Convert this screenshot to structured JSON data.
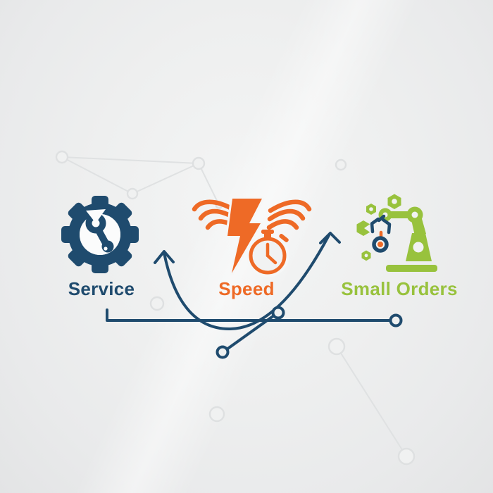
{
  "title": "Service / Speed / Small Orders infographic",
  "labels": {
    "service": "Service",
    "speed": "Speed",
    "small_orders": "Small Orders"
  },
  "colors": {
    "navy": "#1f4b6e",
    "orange": "#ee6a26",
    "green": "#98c23d",
    "background": "#ededee",
    "network_gray": "#dfe1e2"
  },
  "icons": [
    {
      "name": "gear-wrench-icon",
      "label": "Service",
      "color": "#1f4b6e"
    },
    {
      "name": "winged-stopwatch-icon",
      "label": "Speed",
      "color": "#ee6a26"
    },
    {
      "name": "robot-arm-icon",
      "label": "Small Orders",
      "color": "#98c23d"
    }
  ],
  "flow": {
    "description": "navy baseline with node rings, curved loop with two up arrows",
    "arrow_count": 2,
    "node_ring_count": 3
  }
}
